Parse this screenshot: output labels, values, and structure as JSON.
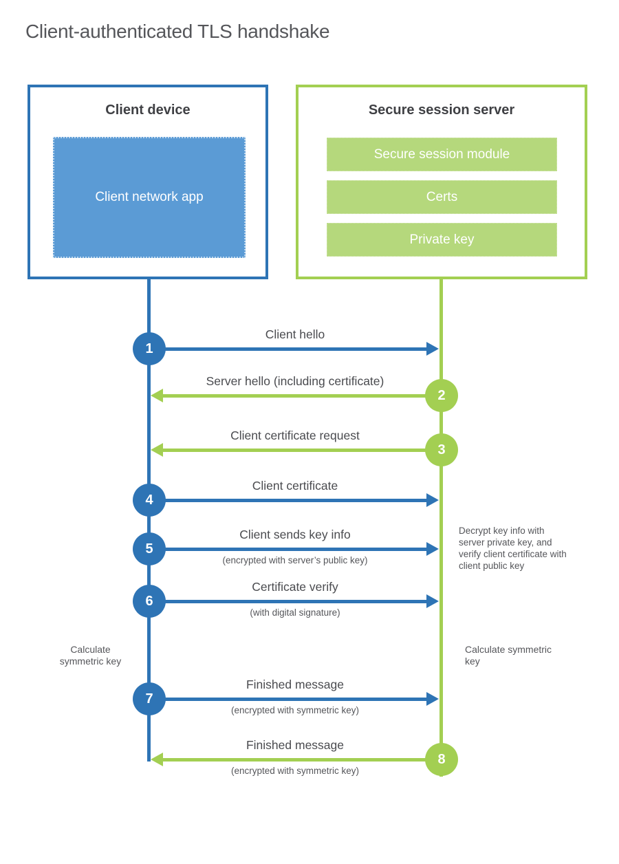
{
  "title": "Client-authenticated TLS handshake",
  "client": {
    "title": "Client device",
    "app": "Client network app"
  },
  "server": {
    "title": "Secure session server",
    "modules": [
      "Secure session module",
      "Certs",
      "Private key"
    ]
  },
  "steps": [
    {
      "num": "1",
      "label": "Client hello",
      "sub": ""
    },
    {
      "num": "2",
      "label": "Server hello (including certificate)",
      "sub": ""
    },
    {
      "num": "3",
      "label": "Client certificate request",
      "sub": ""
    },
    {
      "num": "4",
      "label": "Client certificate",
      "sub": ""
    },
    {
      "num": "5",
      "label": "Client sends key info",
      "sub": "(encrypted with server’s public key)"
    },
    {
      "num": "6",
      "label": "Certificate verify",
      "sub": "(with digital signature)"
    },
    {
      "num": "7",
      "label": "Finished message",
      "sub": "(encrypted with symmetric key)"
    },
    {
      "num": "8",
      "label": "Finished message",
      "sub": "(encrypted with symmetric key)"
    }
  ],
  "notes": {
    "client_calc": "Calculate symmetric key",
    "server_calc": "Calculate symmetric key",
    "server_decrypt": "Decrypt key info with server private key, and verify client certificate with client public key"
  },
  "colors": {
    "blue": "#2e74b5",
    "blue_fill": "#5b9bd5",
    "green": "#a3cf52",
    "green_fill": "#b5d87c"
  }
}
